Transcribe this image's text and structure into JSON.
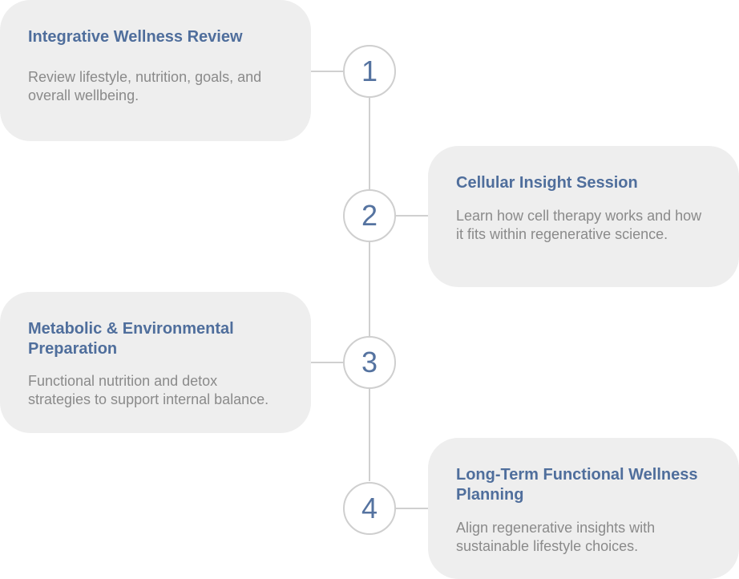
{
  "steps": [
    {
      "number": "1",
      "title": "Integrative Wellness Review",
      "description": "Review lifestyle, nutrition, goals, and overall wellbeing."
    },
    {
      "number": "2",
      "title": "Cellular Insight Session",
      "description": "Learn how cell therapy works and how it fits within regenerative science."
    },
    {
      "number": "3",
      "title": "Metabolic & Environmental Preparation",
      "description": "Functional nutrition and detox strategies to support internal balance."
    },
    {
      "number": "4",
      "title": "Long-Term Functional Wellness Planning",
      "description": "Align regenerative insights with sustainable lifestyle choices."
    }
  ],
  "colors": {
    "accent": "#4f6e9c",
    "card_background": "#eeeeee",
    "line": "#d0d0d0",
    "description_text": "#8a8a8a"
  }
}
